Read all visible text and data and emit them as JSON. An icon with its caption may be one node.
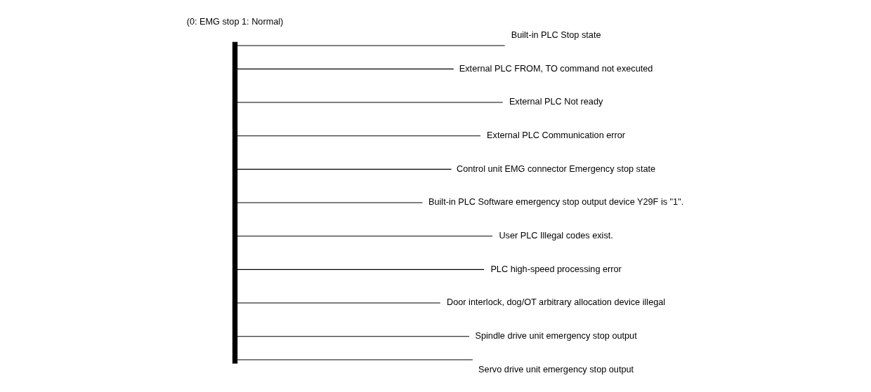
{
  "diagram": {
    "nodes": [
      {
        "text": [],
        "shape": "bar"
      },
      {
        "text": [
          "Built-in PLC Stop state"
        ]
      },
      {
        "text": [
          "External PLC FROM, TO command not executed"
        ]
      },
      {
        "text": [
          "External PLC Not ready"
        ]
      },
      {
        "text": [
          "External PLC Communication error"
        ]
      },
      {
        "text": [
          "Control unit EMG connector Emergency stop state"
        ]
      },
      {
        "text": [
          "Built-in PLC Software emergency stop output device Y29F is \"1\"."
        ]
      },
      {
        "text": [
          "User PLC Illegal codes exist."
        ]
      },
      {
        "text": [
          "PLC high-speed processing error"
        ]
      },
      {
        "text": [
          "Door interlock, dog/OT arbitrary allocation device illegal"
        ]
      },
      {
        "text": [
          "Spindle drive unit emergency stop output"
        ]
      },
      {
        "text": [
          "Servo drive unit emergency stop output"
        ]
      }
    ],
    "edges": [
      {
        "from": 0,
        "to": 1,
        "arrow": "none"
      },
      {
        "from": 0,
        "to": 2,
        "arrow": "none"
      },
      {
        "from": 0,
        "to": 3,
        "arrow": "none"
      },
      {
        "from": 0,
        "to": 4,
        "arrow": "none"
      },
      {
        "from": 0,
        "to": 5,
        "arrow": "none"
      },
      {
        "from": 0,
        "to": 6,
        "arrow": "none"
      },
      {
        "from": 0,
        "to": 7,
        "arrow": "none"
      },
      {
        "from": 0,
        "to": 8,
        "arrow": "none"
      },
      {
        "from": 0,
        "to": 9,
        "arrow": "none"
      },
      {
        "from": 0,
        "to": 10,
        "arrow": "none"
      },
      {
        "from": 0,
        "to": 11,
        "arrow": "none"
      }
    ],
    "labels": [
      "(0: EMG stop 1: Normal)"
    ]
  }
}
